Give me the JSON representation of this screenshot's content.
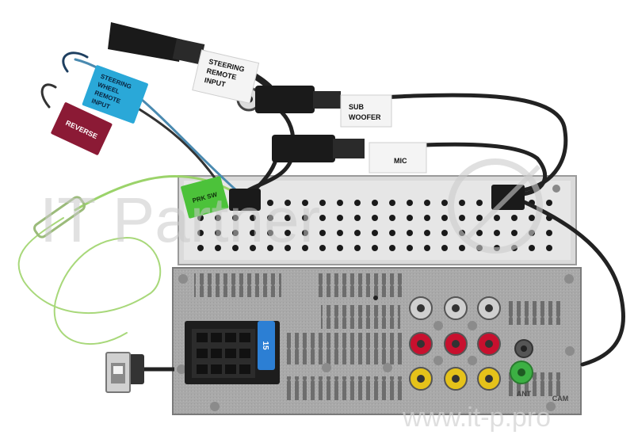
{
  "labels": {
    "steering_remote_input": [
      "STEERING",
      "REMOTE",
      "INPUT"
    ],
    "steering_wheel_remote_input": [
      "STEERING",
      "WHEEL",
      "REMOTE",
      "INPUT"
    ],
    "reverse": "REVERSE",
    "sub_woofer": [
      "SUB",
      "WOOFER"
    ],
    "mic": "MIC",
    "prk_sw": "PRK SW"
  },
  "unit_markings": {
    "fuse": "15",
    "ant": "ANT",
    "cam": "CAM"
  },
  "watermark": {
    "left": "IT Partner",
    "right": "www.it-p.pro"
  },
  "colors": {
    "background": "#ffffff",
    "tag_blue": "#2aa8d8",
    "tag_maroon": "#8b1a35",
    "tag_green": "#4cc23a",
    "tag_white": "#f4f4f4",
    "wire_black": "#222222",
    "wire_green": "#9bd36a",
    "chassis": "#a7a7a7",
    "bracket": "#d9d9d9",
    "rca_white": "#e8e8e8",
    "rca_red": "#c8102e",
    "rca_yellow": "#e5c21a"
  }
}
